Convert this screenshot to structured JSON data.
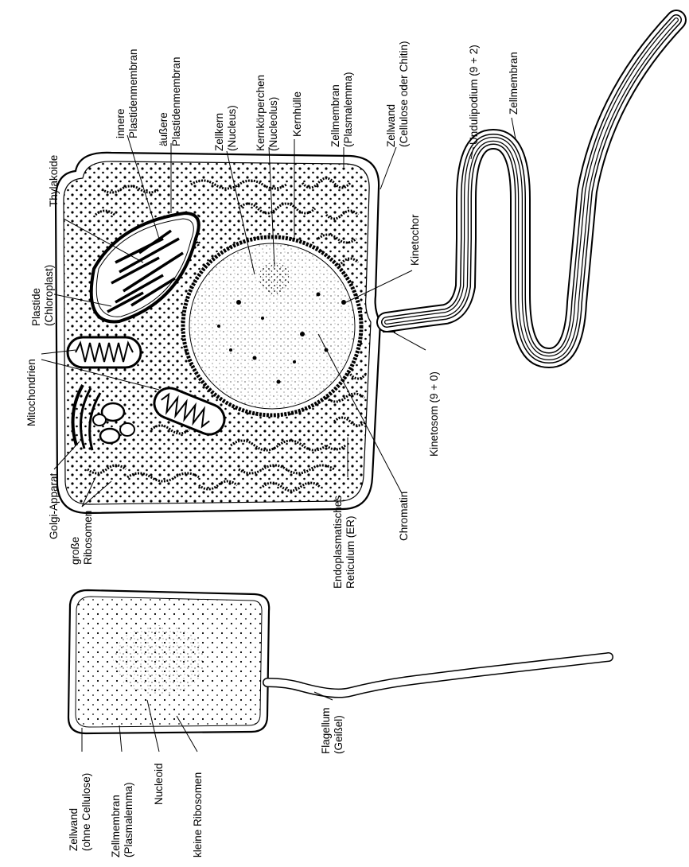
{
  "labels": {
    "innere_plastidenmembran": [
      "innere",
      "Plastidenmembran"
    ],
    "aeussere_plastidenmembran": [
      "äußere",
      "Plastidenmembran"
    ],
    "zellkern": [
      "Zellkern",
      "(Nucleus)"
    ],
    "kernkoerperchen": [
      "Kernkörperchen",
      "(Nucleolus)"
    ],
    "kernhuelle": [
      "Kernhülle"
    ],
    "zellmembran_euk": [
      "Zellmembran",
      "(Plasmalemma)"
    ],
    "zellwand_euk": [
      "Zellwand",
      "(Cellulose oder Chitin)"
    ],
    "undulipodium": [
      "Undulipodium (9 + 2)"
    ],
    "zellmembran_undulipodium": [
      "Zellmembran"
    ],
    "thylakoide": [
      "Thylakoide"
    ],
    "plastide": [
      "Plastide",
      "(Chloroplast)"
    ],
    "mitochondrien": [
      "Mitochondrien"
    ],
    "golgi": [
      "Golgi-Apparat"
    ],
    "grosse_ribosomen": [
      "große",
      "Ribosomen"
    ],
    "kinetochor": [
      "Kinetochor"
    ],
    "kinetosom": [
      "Kinetosom (9 + 0)"
    ],
    "chromatin": [
      "Chromatin"
    ],
    "er": [
      "Endoplasmatisches",
      "Reticulum (ER)"
    ],
    "zellwand_prok": [
      "Zellwand",
      "(ohne Cellulose)"
    ],
    "zellmembran_prok": [
      "Zellmembran",
      "(Plasmalemma)"
    ],
    "nucleoid": [
      "Nucleoid"
    ],
    "kleine_ribosomen": [
      "kleine Ribosomen"
    ],
    "flagellum": [
      "Flagellum",
      "(Geißel)"
    ]
  },
  "colors": {
    "ink": "#000000",
    "paper": "#ffffff"
  }
}
